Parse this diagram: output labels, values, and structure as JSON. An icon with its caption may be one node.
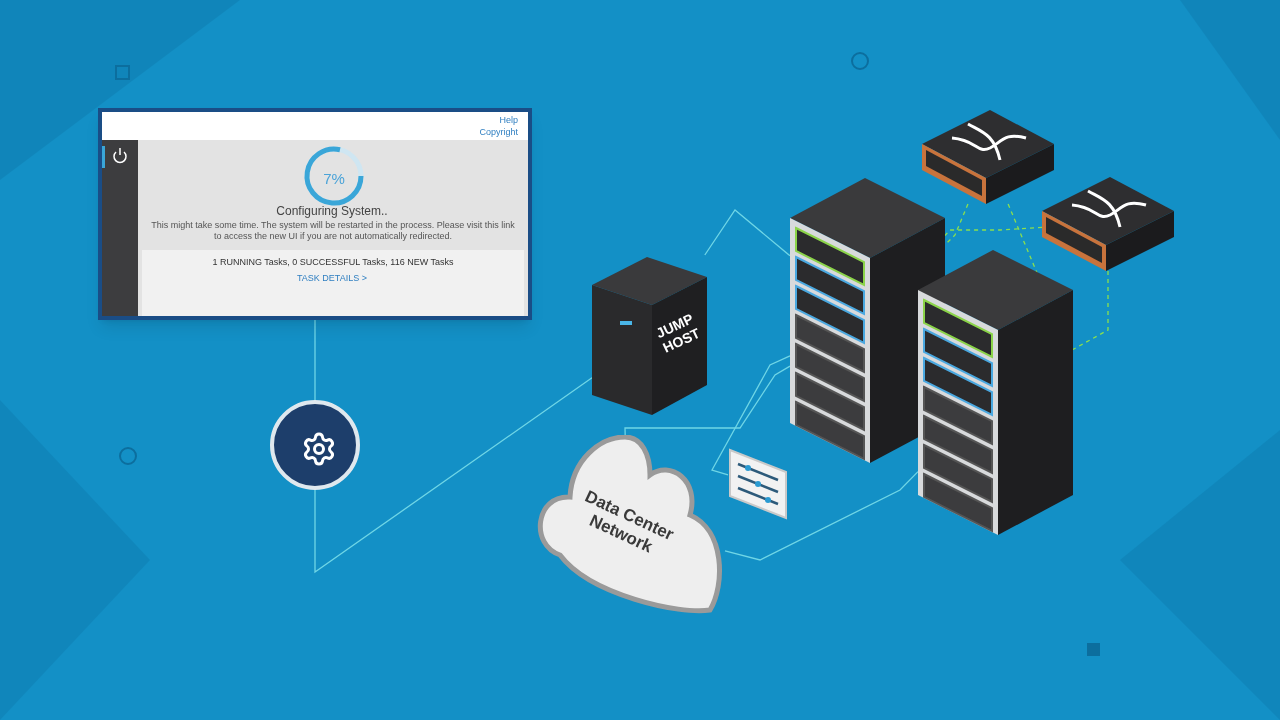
{
  "diagram": {
    "nodes": [
      {
        "text": [
          "Help",
          "Copyright",
          "7%",
          "Configuring System..",
          "This might take some time. The system will be restarted in the process. Please visit this link to access the new UI if you are not automatically redirected.",
          "1 RUNNING Tasks, 0 SUCCESSFUL Tasks, 116 NEW Tasks",
          "TASK DETAILS >"
        ]
      },
      {
        "text": [],
        "shape": "circle"
      },
      {
        "text": [
          "JUMP HOST"
        ]
      },
      {
        "text": [
          "Data Center Network"
        ]
      },
      {
        "text": [],
        "shape": "picture"
      },
      {
        "text": [],
        "shape": "picture"
      },
      {
        "text": [],
        "shape": "picture"
      },
      {
        "text": [],
        "shape": "picture"
      },
      {
        "text": [],
        "shape": "picture"
      }
    ],
    "edges": [
      {
        "from": 0,
        "to": 1,
        "arrow": "none"
      },
      {
        "from": 1,
        "to": 2,
        "arrow": "none"
      },
      {
        "from": 2,
        "to": 5,
        "arrow": "none"
      },
      {
        "from": 3,
        "to": 5,
        "arrow": "none"
      },
      {
        "from": 3,
        "to": 6,
        "arrow": "none"
      },
      {
        "from": 4,
        "to": 5,
        "arrow": "none"
      },
      {
        "from": 7,
        "to": 5,
        "arrow": "none",
        "style": "dashed",
        "color": "#8be04e"
      },
      {
        "from": 8,
        "to": 6,
        "arrow": "none",
        "style": "dashed",
        "color": "#8be04e"
      },
      {
        "from": 7,
        "to": 6,
        "arrow": "none",
        "style": "dashed",
        "color": "#8be04e"
      },
      {
        "from": 8,
        "to": 5,
        "arrow": "none",
        "style": "dashed",
        "color": "#8be04e"
      }
    ]
  }
}
